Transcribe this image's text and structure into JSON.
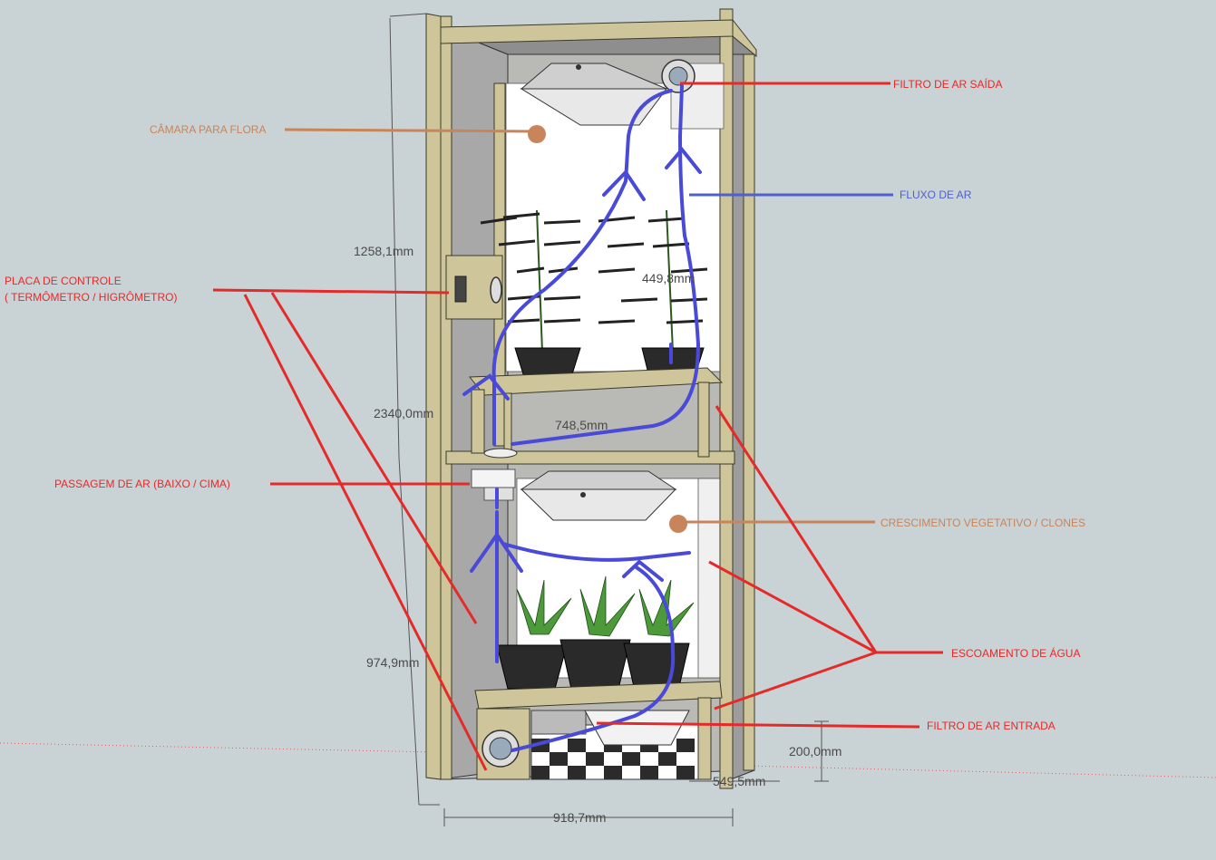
{
  "labels": {
    "flora_chamber": "CÂMARA PARA FLORA",
    "control_panel_line1": "PLACA DE CONTROLE",
    "control_panel_line2": "( TERMÔMETRO / HIGRÔMETRO)",
    "air_passage": "PASSAGEM DE AR (BAIXO / CIMA)",
    "air_filter_out": "FILTRO DE AR SAÍDA",
    "air_flow": "FLUXO DE AR",
    "vegetative_growth": "CRESCIMENTO VEGETATIVO / CLONES",
    "water_drain": "ESCOAMENTO DE ÁGUA",
    "air_filter_in": "FILTRO DE AR ENTRADA"
  },
  "dimensions": {
    "upper_height": "1258,1mm",
    "total_height": "2340,0mm",
    "lower_height": "974,9mm",
    "plant_height": "449,8mm",
    "shelf_width": "748,5mm",
    "total_width": "918,7mm",
    "base_height": "200,0mm",
    "depth": "549,5mm"
  },
  "colors": {
    "red_label": "#e52a2a",
    "brown_label": "#c8845a",
    "blue_label": "#4f5fd0",
    "flow_blue": "#4a4ad8",
    "wood": "#cfc59a",
    "wood_edge": "#3a3a2a",
    "background": "#c9d3d6"
  }
}
